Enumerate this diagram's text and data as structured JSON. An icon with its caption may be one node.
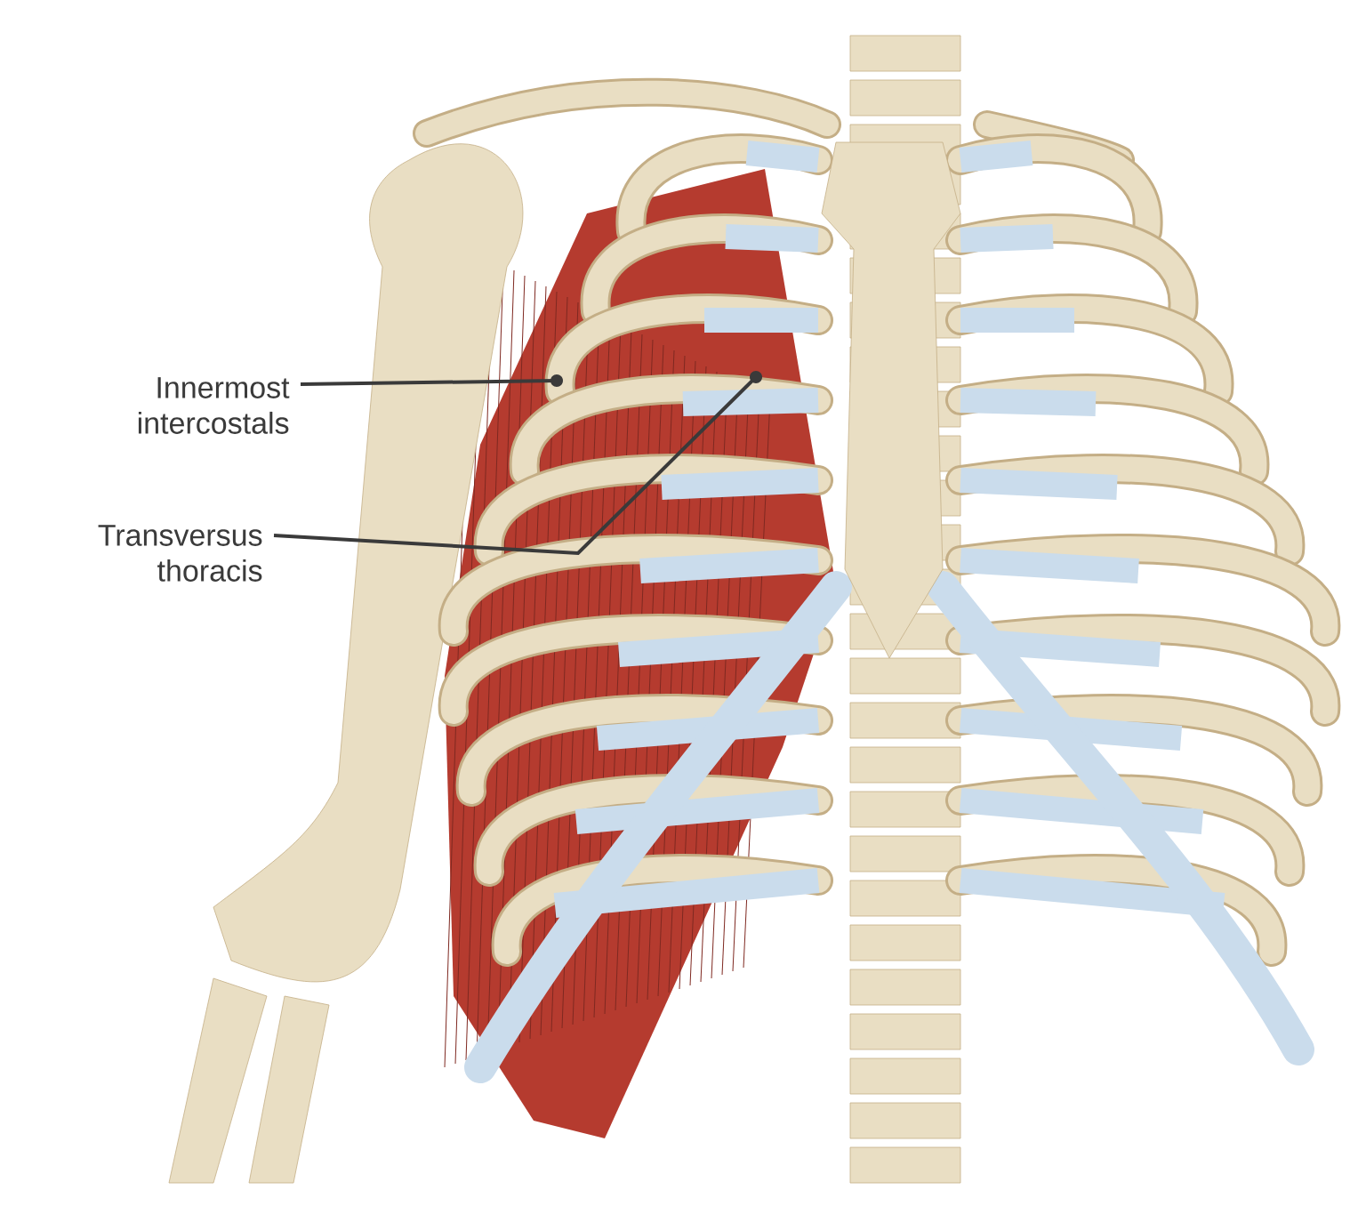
{
  "diagram": {
    "nodes": [
      {
        "text": [
          "Innermost intercostals"
        ]
      },
      {
        "text": [
          "Transversus thoracis"
        ]
      }
    ],
    "edges": [
      {
        "from": 0,
        "to": null,
        "arrow": "other"
      },
      {
        "from": 1,
        "to": null,
        "arrow": "other"
      }
    ]
  }
}
